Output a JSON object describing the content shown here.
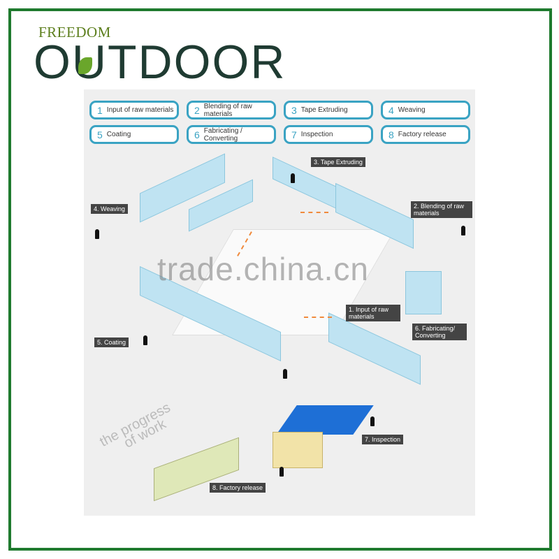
{
  "brand": {
    "top": "FREEDOM",
    "main": "OUTDOOR"
  },
  "steps": [
    {
      "num": "1",
      "label": "Input of raw materials"
    },
    {
      "num": "2",
      "label": "Blending of raw materials"
    },
    {
      "num": "3",
      "label": "Tape Extruding"
    },
    {
      "num": "4",
      "label": "Weaving"
    },
    {
      "num": "5",
      "label": "Coating"
    },
    {
      "num": "6",
      "label": "Fabricating / Converting"
    },
    {
      "num": "7",
      "label": "Inspection"
    },
    {
      "num": "8",
      "label": "Factory release"
    }
  ],
  "stations": {
    "tape": "3. Tape Extruding",
    "weaving": "4. Weaving",
    "blending": "2. Blending of raw materials",
    "input": "1. Input of raw materials",
    "fabricating": "6. Fabricating/ Converting",
    "coating": "5. Coating",
    "inspection": "7. Inspection",
    "release": "8. Factory release"
  },
  "progress": {
    "line1": "the progress",
    "line2": "of work"
  },
  "watermark": "trade.china.cn"
}
